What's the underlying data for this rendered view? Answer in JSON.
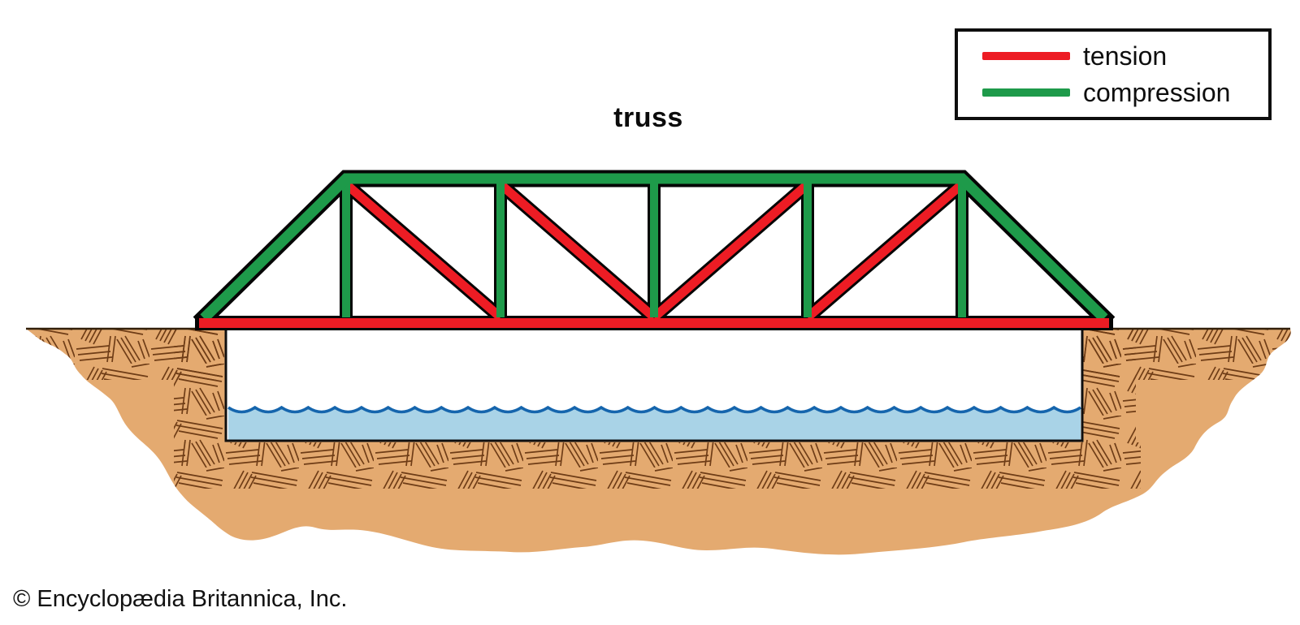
{
  "title": "truss",
  "legend": {
    "items": [
      {
        "id": "tension",
        "label": "tension",
        "color": "#ED1C24"
      },
      {
        "id": "compression",
        "label": "compression",
        "color": "#1E9A4A"
      }
    ]
  },
  "copyright": "© Encyclopædia Britannica, Inc.",
  "colors": {
    "tension": "#ED1C24",
    "compression": "#1E9A4A",
    "outline": "#050505",
    "ground": "#E4AA70",
    "ground_hatch": "#6E3C16",
    "ground_surface_line": "#33200A",
    "water_fill": "#A9D3E7",
    "water_line": "#1565AD",
    "background": "#FFFFFF"
  },
  "diagram": {
    "type": "truss-bridge-force-diagram",
    "member_forces": {
      "top_chord": "compression",
      "end_posts": "compression",
      "verticals": "compression",
      "diagonals": "tension",
      "bottom_chord": "tension"
    }
  }
}
